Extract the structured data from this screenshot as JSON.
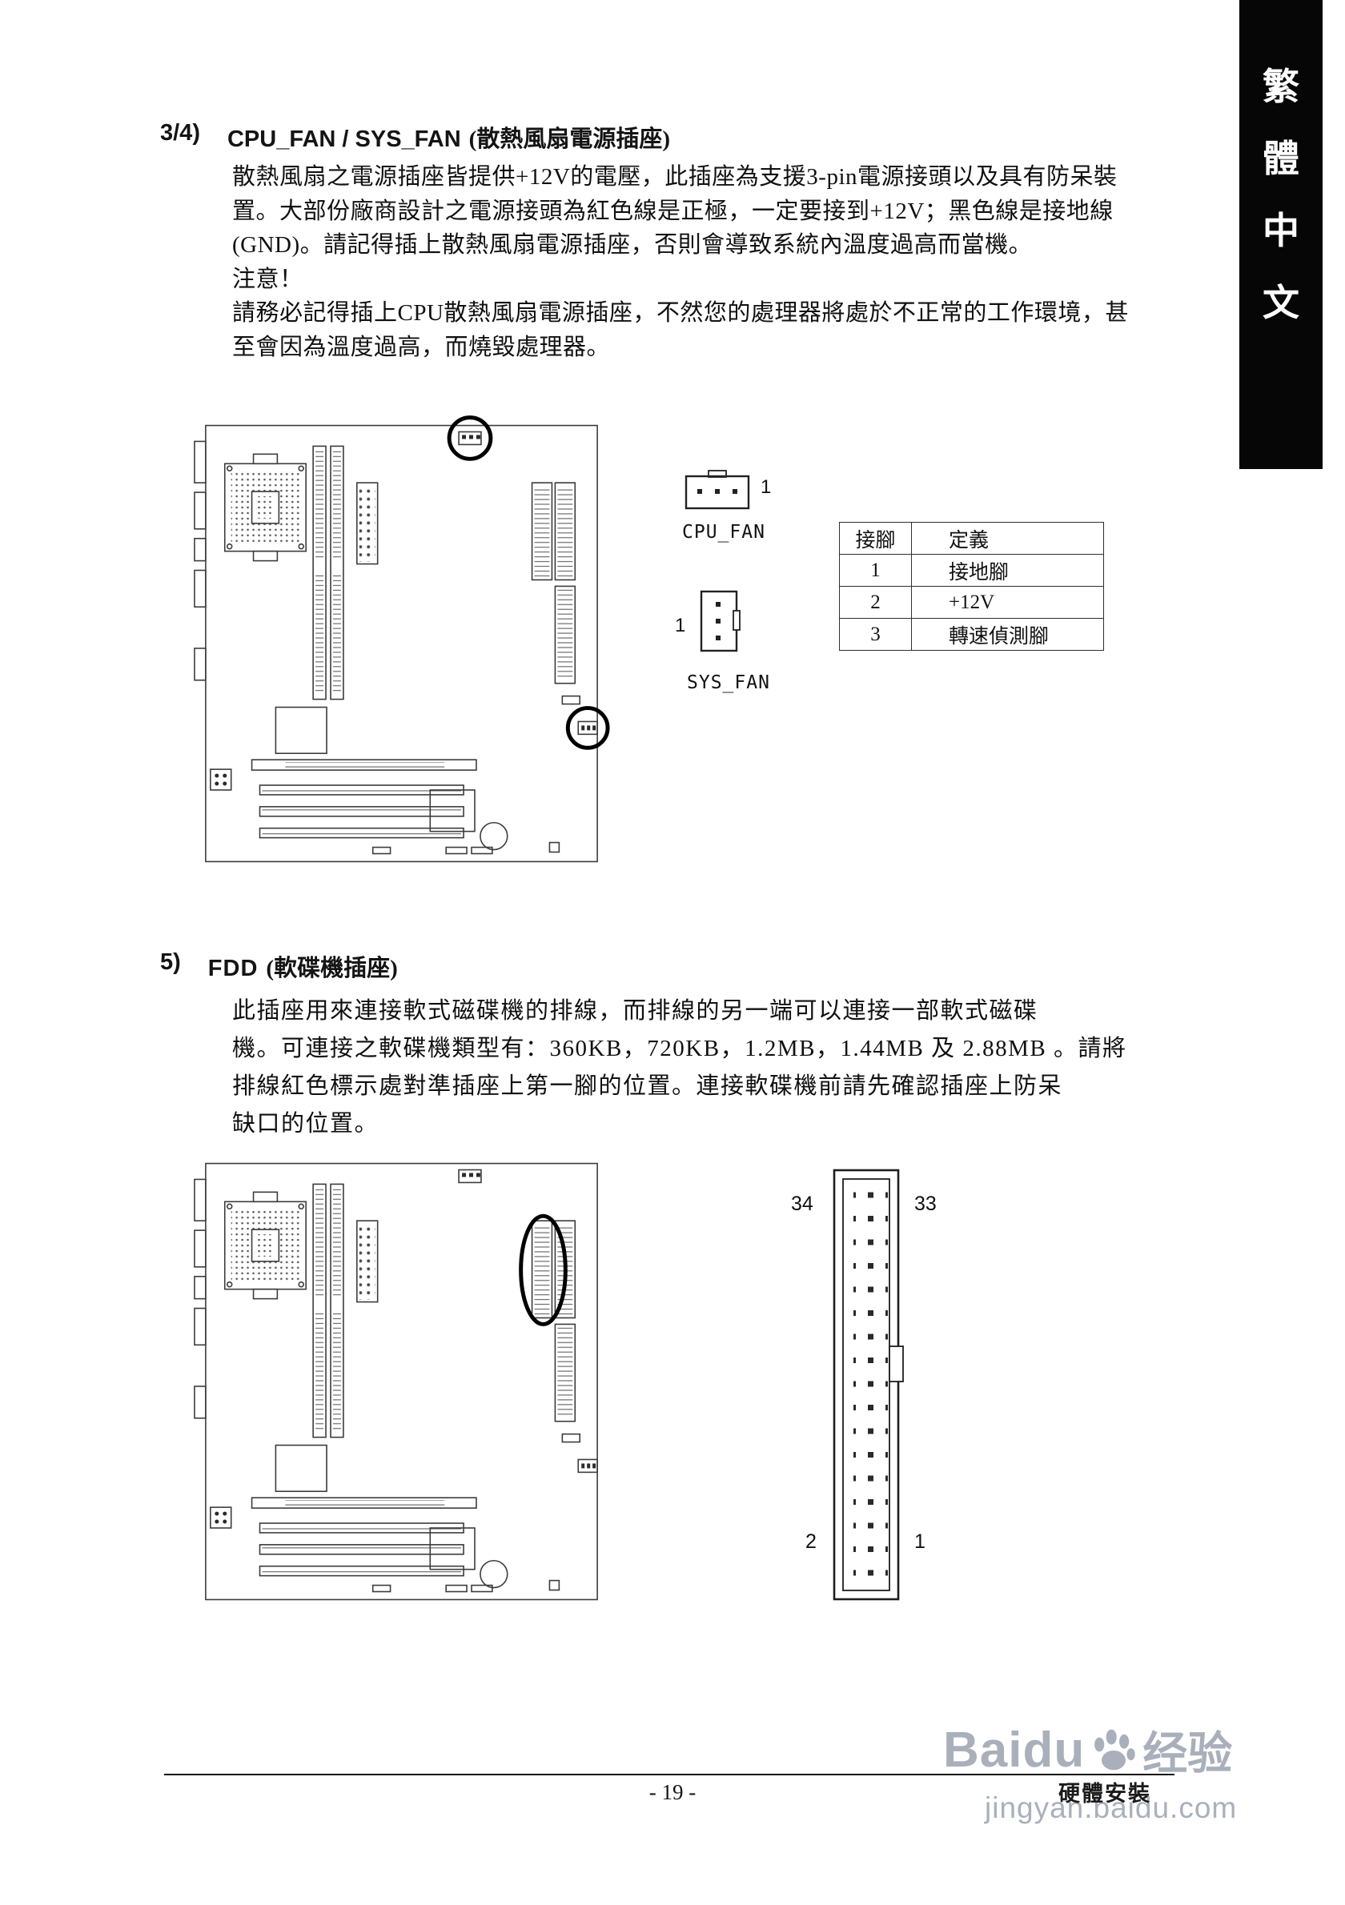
{
  "sidebar": {
    "chars": [
      "繁",
      "體",
      "中",
      "文"
    ]
  },
  "section_fan": {
    "number": "3/4)",
    "title_latin": "CPU_FAN / SYS_FAN",
    "title_zh": "(散熱風扇電源插座)",
    "body_lines": [
      "散熱風扇之電源插座皆提供+12V的電壓，此插座為支援3-pin電源接頭以及具有防呆裝",
      "置。大部份廠商設計之電源接頭為紅色線是正極，一定要接到+12V；黑色線是接地線",
      "(GND)。請記得插上散熱風扇電源插座，否則會導致系統內溫度過高而當機。",
      "注意！",
      "請務必記得插上CPU散熱風扇電源插座，不然您的處理器將處於不正常的工作環境，甚",
      "至會因為溫度過高，而燒毀處理器。"
    ]
  },
  "fan_figures": {
    "cpu_fan": {
      "label": "CPU_FAN",
      "pin1": "1"
    },
    "sys_fan": {
      "label": "SYS_FAN",
      "pin1": "1"
    }
  },
  "pin_table": {
    "col_pin": "接腳",
    "col_def": "定義",
    "rows": [
      {
        "pin": "1",
        "def": "接地腳"
      },
      {
        "pin": "2",
        "def": "+12V"
      },
      {
        "pin": "3",
        "def": "轉速偵測腳"
      }
    ]
  },
  "section_fdd": {
    "number": "5)",
    "title_latin": "FDD",
    "title_zh": "(軟碟機插座)",
    "body_lines": [
      "此插座用來連接軟式磁碟機的排線，而排線的另一端可以連接一部軟式磁碟",
      "機。可連接之軟碟機類型有：360KB，720KB，1.2MB，1.44MB 及 2.88MB 。請將",
      "排線紅色標示處對準插座上第一腳的位置。連接軟碟機前請先確認插座上防呆",
      "缺口的位置。"
    ]
  },
  "fdd_figure": {
    "pin_top_left": "34",
    "pin_top_right": "33",
    "pin_bottom_left": "2",
    "pin_bottom_right": "1"
  },
  "footer": {
    "page_number": "- 19 -",
    "section_label": "硬體安裝"
  },
  "watermark": {
    "brand": "Baidu",
    "brand_zh": "经验",
    "url": "jingyan.baidu.com"
  }
}
